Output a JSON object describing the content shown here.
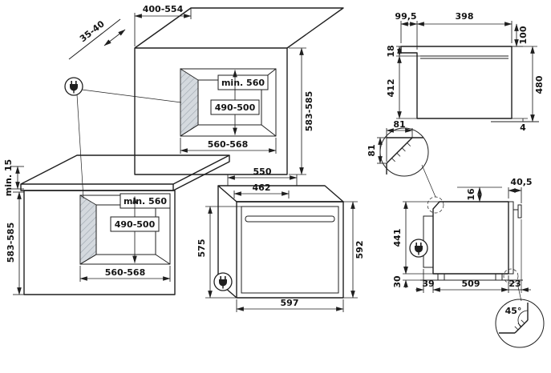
{
  "colors": {
    "line": "#1f1f1f",
    "hatch_fill": "#d4d9de",
    "hatch_line": "#9aa2ab"
  },
  "icons": {
    "power_plug": "power-plug-in-circle",
    "detail_marker": "dashed-detail-circle"
  },
  "dims": {
    "column": {
      "top_depth": "400-554",
      "wall_gap": "35-40",
      "niche_depth": "min. 560",
      "niche_height": "490-500",
      "niche_width": "560-568",
      "front_height": "583-585"
    },
    "base": {
      "top_clearance": "min. 15",
      "front_height": "583-585",
      "niche_depth": "min. 560",
      "niche_height": "490-500",
      "niche_width": "560-568"
    },
    "oven": {
      "depth": "550",
      "inner_width": "462",
      "door_height": "575",
      "height": "592",
      "width": "597"
    },
    "section": {
      "front_offset": "99,5",
      "top_depth": "398",
      "back_top": "100",
      "top_strip": "18",
      "lower_height": "412",
      "total_height": "480",
      "bottom_gap": "4"
    },
    "corner": {
      "width": "81",
      "height": "81"
    },
    "side": {
      "top_gap": "16",
      "handle_depth": "40,5",
      "body_height": "441",
      "plinth_height": "30",
      "back_offset": "39",
      "body_depth": "509",
      "front_offset": "23"
    },
    "chamfer": {
      "angle": "45°"
    }
  }
}
